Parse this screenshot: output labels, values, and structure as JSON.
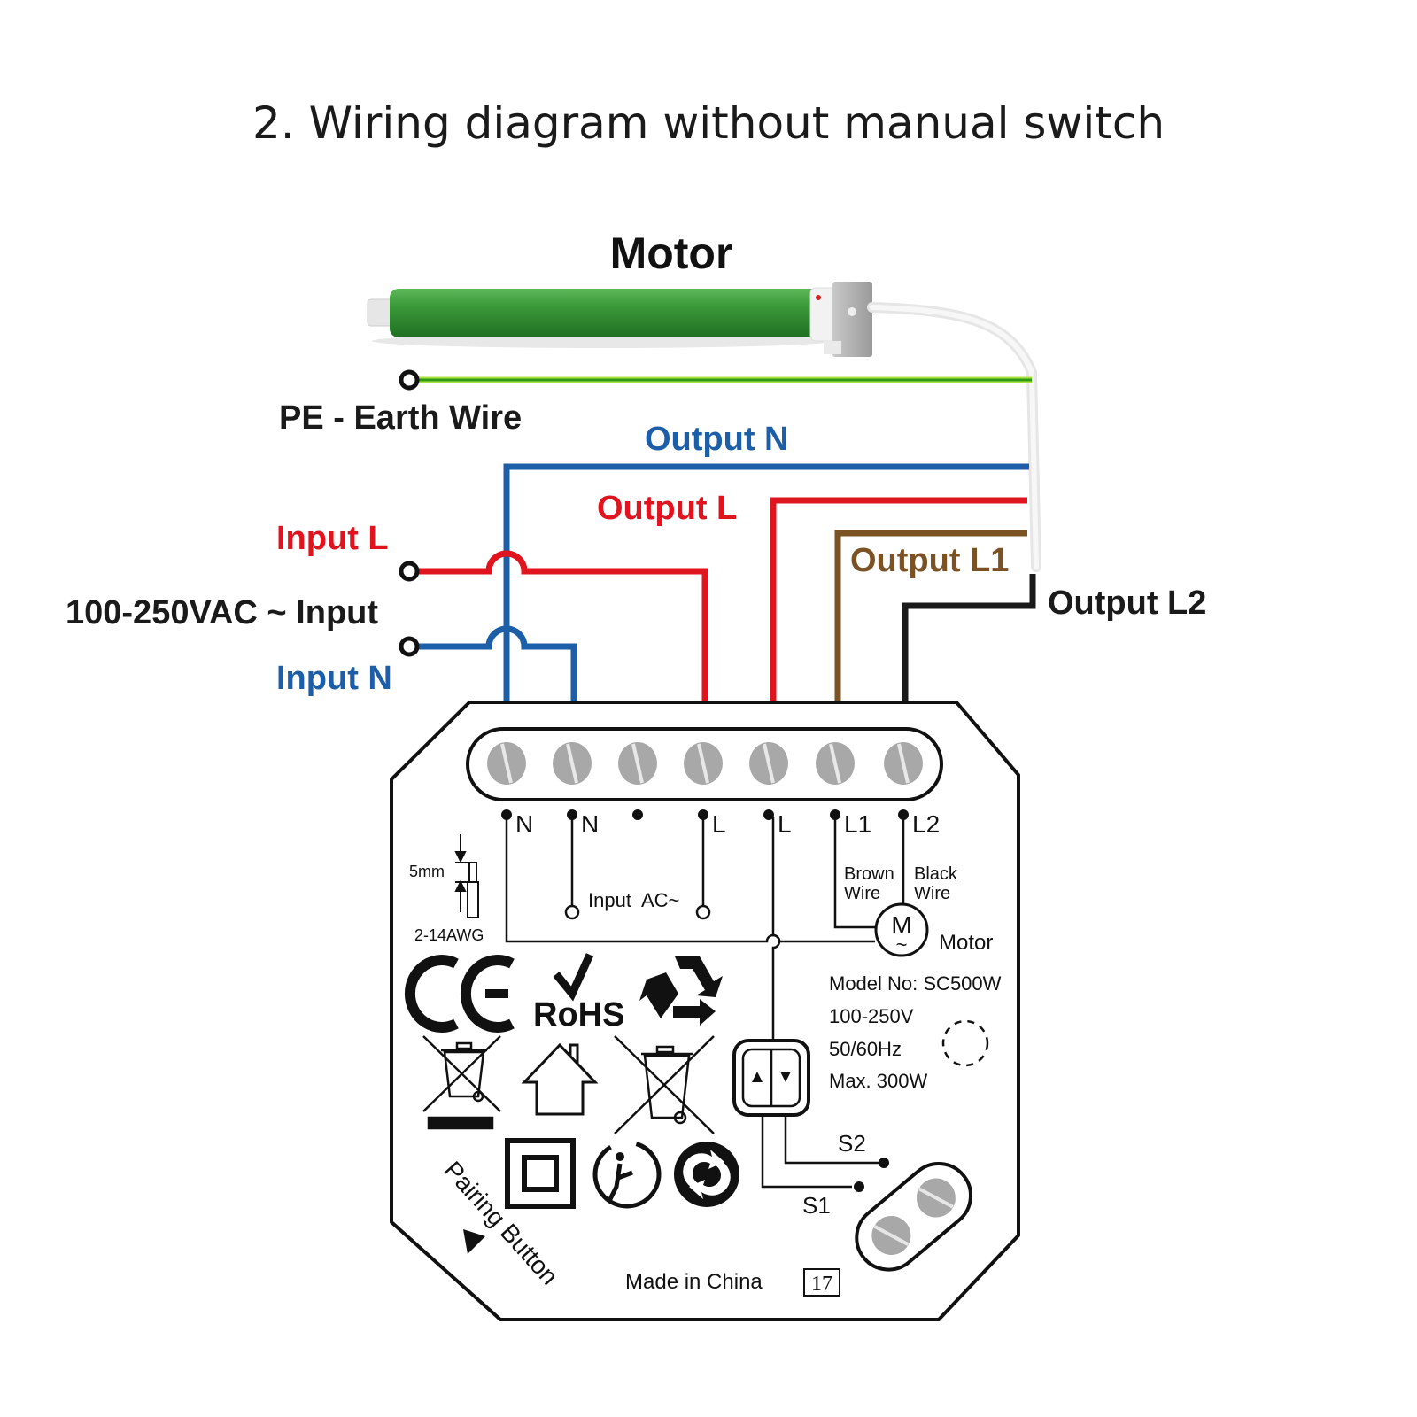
{
  "title": "2. Wiring diagram without manual switch",
  "motor": {
    "label": "Motor"
  },
  "wires": {
    "pe_label": "PE - Earth Wire",
    "output_n_label": "Output N",
    "output_l_label": "Output L",
    "output_l1_label": "Output L1",
    "output_l2_label": "Output L2",
    "input_l_label": "Input L",
    "input_n_label": "Input N",
    "input_voltage_label": "100-250VAC ~ Input"
  },
  "colors": {
    "earth": "#5cc21a",
    "neutral": "#1d5ea8",
    "live": "#e0141e",
    "brown": "#7a5224",
    "black": "#1a1a1a",
    "motor_body": "#3c9a3a",
    "screw": "#a8a8a8"
  },
  "device": {
    "terminals": [
      {
        "label": "N"
      },
      {
        "label": "N"
      },
      {
        "label": ""
      },
      {
        "label": "L"
      },
      {
        "label": "L"
      },
      {
        "label": "L1"
      },
      {
        "label": "L2"
      }
    ],
    "strip_length": "5mm",
    "wire_gauge": "2-14AWG",
    "input_ac_label": "Input  AC~",
    "brown_wire_label": [
      "Brown",
      "Wire"
    ],
    "black_wire_label": [
      "Black",
      "Wire"
    ],
    "motor_symbol": "M",
    "motor_tilde": "~",
    "motor_label": "Motor",
    "specs": {
      "model": "Model No: SC500W",
      "voltage": "100-250V",
      "frequency": "50/60Hz",
      "max_power": "Max. 300W"
    },
    "s1_label": "S1",
    "s2_label": "S2",
    "pairing_button_label": "Pairing Button",
    "made_in": "Made in China",
    "year_code": "17",
    "certifications": {
      "ce": "CE",
      "rohs": "RoHS"
    }
  }
}
